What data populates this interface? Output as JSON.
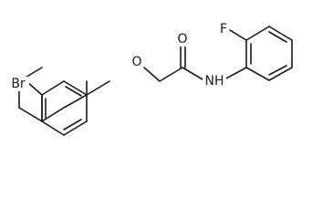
{
  "molecule": {
    "atoms": {
      "br": "Br",
      "o_ether": "O",
      "o_carbonyl": "O",
      "nh": "NH",
      "f": "F"
    }
  }
}
